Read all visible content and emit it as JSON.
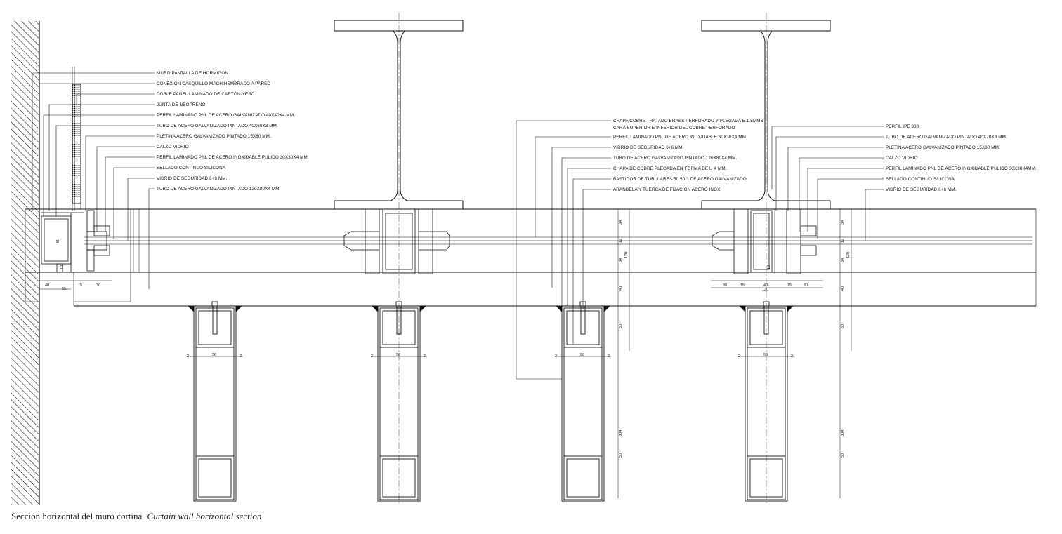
{
  "labels_left": [
    "MURO PANTALLA DE HORMIGON",
    "CONEXION CASQUILLO MACHIHEMBRADO A PARED",
    "DOBLE PANEL LAMINADO DE CARTÓN-YESO",
    "JUNTA DE NEOPRENO",
    "PERFIL LAMINADO PNL DE ACERO GALVANIZADO 40X40X4 MM.",
    "TUBO DE ACERO GALVANIZADO PINTADO 40X60X3 MM.",
    "PLETINA ACERO GALVANIZADO PINTADO 15X80 MM.",
    "CALZO VIDRIO",
    "PERFIL LAMINADO PNL DE ACERO INOXIDABLE PULIDO 30X30X4 MM.",
    "SELLADO CONTINUO SILICONA",
    "VIDRIO DE SEGURIDAD 6+6 MM.",
    "TUBO DE ACERO GALVANIZADO PINTADO 120X80X4 MM."
  ],
  "labels_middle": [
    "CHAPA COBRE TRATADO BRASS PERFORADO Y PLEGADA E.1.5MMS",
    "CARA SUPERIOR E INFERIOR DEL COBRE PERFORADO",
    "PERFIL LAMINADO PNL DE ACERO INOXIDABLE 30X30X4 MM.",
    "VIDRIO DE SEGURIDAD 6+6 MM.",
    "TUBO DE ACERO GALVANIZADO PINTADO 120X80X4 MM.",
    "CHAPA DE COBRE PLEGADA EN FORMA DE U 4 MM.",
    "BASTIDOR DE TUBULARES 50.50.3 DE ACERO GALVANIZADO",
    "ARANDELA Y TUERCA DE FIJACION ACERO INOX"
  ],
  "labels_right": [
    "PERFIL IPE 330",
    "TUBO DE ACERO GALVANIZADO PINTADO 40X70X3 MM.",
    "PLETINA ACERO GALVANIZADO PINTADO 15X80 MM.",
    "CALZO VIDRIO",
    "PERFIL LAMINADO PNL DE ACERO INOXIDABLE PULIDO 30X30X4MM.",
    "SELLADO CONTINUO SILICONA",
    "VIDRIO DE SEGURIDAD 6+6 MM."
  ],
  "dimensions": {
    "left_bottom": [
      "40",
      "15",
      "30",
      "55"
    ],
    "right_bottom": [
      "30",
      "15",
      "40",
      "15",
      "30",
      "130"
    ],
    "frame_small": "2",
    "frame_width": "50",
    "frame_heights": [
      "50",
      "304",
      "50"
    ],
    "vertical_right": [
      "34",
      "12",
      "34",
      "120",
      "40"
    ],
    "tube": [
      "80",
      "10",
      "10"
    ]
  },
  "caption": {
    "es": "Sección horizontal del muro cortina",
    "en": "Curtain wall horizontal section"
  },
  "colors": {
    "line": "#111111",
    "paper": "#ffffff"
  }
}
